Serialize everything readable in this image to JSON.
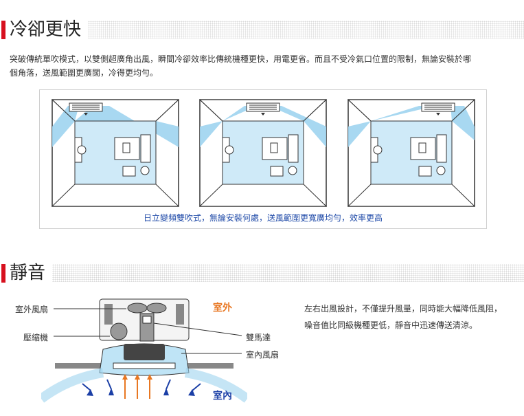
{
  "section1": {
    "title": "冷卻更快",
    "para_line1": "突破傳統單吹模式，以雙側超廣角出風，瞬間冷卻效率比傳統機種更快，用電更省。而且不受冷氣口位置的限制，無論安裝於哪",
    "para_line2": "個角落，送風範圍更廣闊，冷得更均勻。",
    "caption": "日立變頻雙吹式，無論安裝何處，送風範圍更寬廣均勻，效率更高"
  },
  "section2": {
    "title": "靜音",
    "labels": {
      "outdoor_fan": "室外風扇",
      "compressor": "壓縮機",
      "outdoor": "室外",
      "dual_motor": "雙馬達",
      "indoor_fan": "室內風扇",
      "indoor": "室內"
    },
    "desc_line1": "左右出風設計，不僅提升風量，同時能大幅降低風阻，",
    "desc_line2": "噪音值比同級機種更低，靜音中迅速傳送清涼。"
  },
  "colors": {
    "accent_red": "#d7101e",
    "airflow_blue": "#9fd4ef",
    "caption_blue": "#1f4aa8",
    "outdoor_orange": "#e87722"
  }
}
